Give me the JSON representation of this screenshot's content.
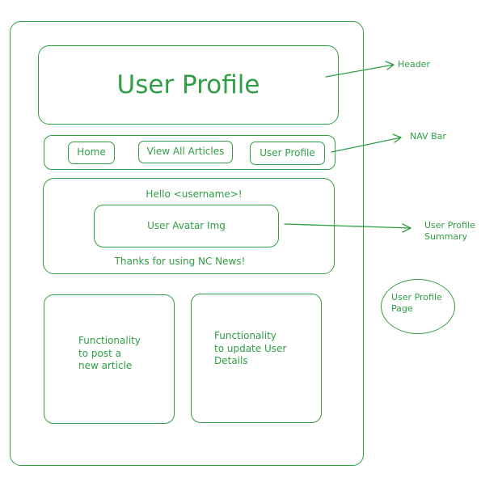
{
  "accent_color": "#2f9e44",
  "wireframe": {
    "header_title": "User Profile",
    "nav": {
      "home": "Home",
      "view_all_articles": "View All Articles",
      "user_profile": "User Profile"
    },
    "summary": {
      "greeting": "Hello <username>!",
      "avatar": "User Avatar Img",
      "thanks": "Thanks for using NC News!"
    },
    "post_article_panel": "Functionality\nto post a\nnew article",
    "update_details_panel": "Functionality\nto update User\nDetails"
  },
  "annotations": {
    "header": "Header",
    "nav_bar": "NAV Bar",
    "summary": "User Profile\nSummary",
    "page": "User Profile\nPage"
  }
}
